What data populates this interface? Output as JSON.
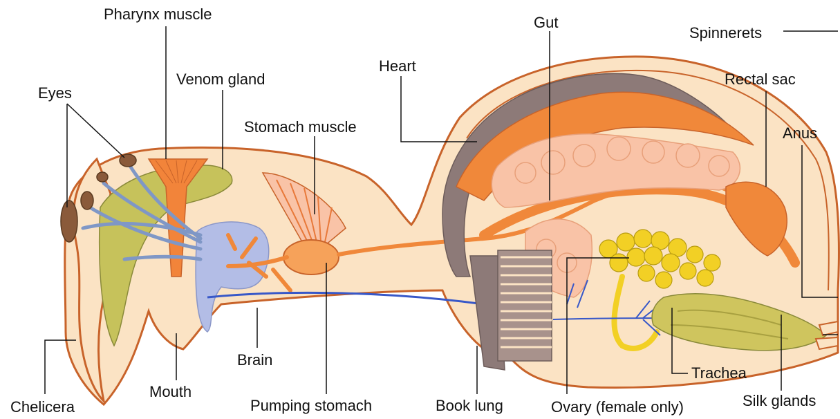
{
  "labels": {
    "pharynx_muscle": "Pharynx muscle",
    "venom_gland": "Venom gland",
    "eyes": "Eyes",
    "stomach_muscle": "Stomach muscle",
    "heart": "Heart",
    "gut": "Gut",
    "spinnerets": "Spinnerets",
    "rectal_sac": "Rectal sac",
    "anus": "Anus",
    "chelicera": "Chelicera",
    "mouth": "Mouth",
    "brain": "Brain",
    "pumping_stomach": "Pumping stomach",
    "book_lung": "Book lung",
    "ovary": "Ovary (female only)",
    "trachea": "Trachea",
    "silk_glands": "Silk glands"
  },
  "colors": {
    "body_fill": "#fbe3c4",
    "outline": "#c8632a",
    "heart": "#8d7a78",
    "gut": "#f0883a",
    "gut_light": "#f6a25a",
    "venom": "#c6c25b",
    "brain": "#b3bde6",
    "nerve": "#7f97c6",
    "eye": "#8a5a3a",
    "ovary": "#f2d025",
    "silk": "#cfc55e",
    "digestive": "#f9c3a7",
    "trachea_blue": "#3858c8"
  }
}
